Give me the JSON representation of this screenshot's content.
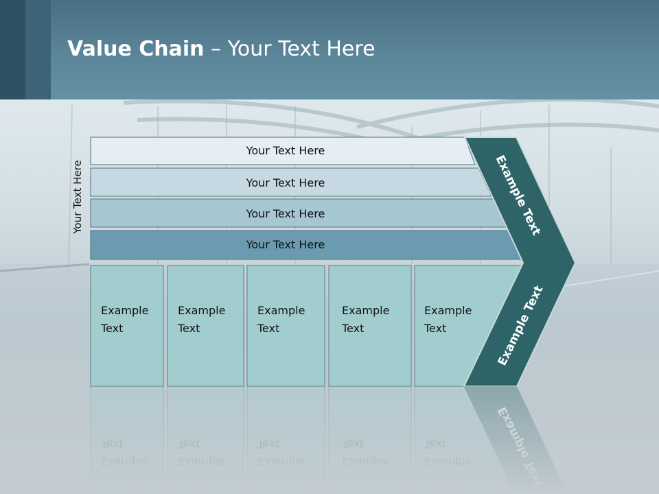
{
  "title": {
    "bold": "Value Chain",
    "rest": " – Your Text Here"
  },
  "side_label": "Your Text Here",
  "bars": [
    {
      "label": "Your Text Here"
    },
    {
      "label": "Your Text Here"
    },
    {
      "label": "Your Text Here"
    },
    {
      "label": "Your Text Here"
    }
  ],
  "boxes": [
    {
      "line1": "Example",
      "line2": "Text"
    },
    {
      "line1": "Example",
      "line2": "Text"
    },
    {
      "line1": "Example",
      "line2": "Text"
    },
    {
      "line1": "Example",
      "line2": "Text"
    },
    {
      "line1": "Example",
      "line2": "Text"
    }
  ],
  "arrow_labels": {
    "upper": "Example Text",
    "lower": "Example Text"
  },
  "colors": {
    "bar1": "#e6eef3",
    "bar2": "#c6d9e2",
    "bar3": "#a6c6d2",
    "bar4": "#6a9bb0",
    "box": "#a1cdcf",
    "arrow": "#2e6467",
    "header": "#5b8599"
  }
}
